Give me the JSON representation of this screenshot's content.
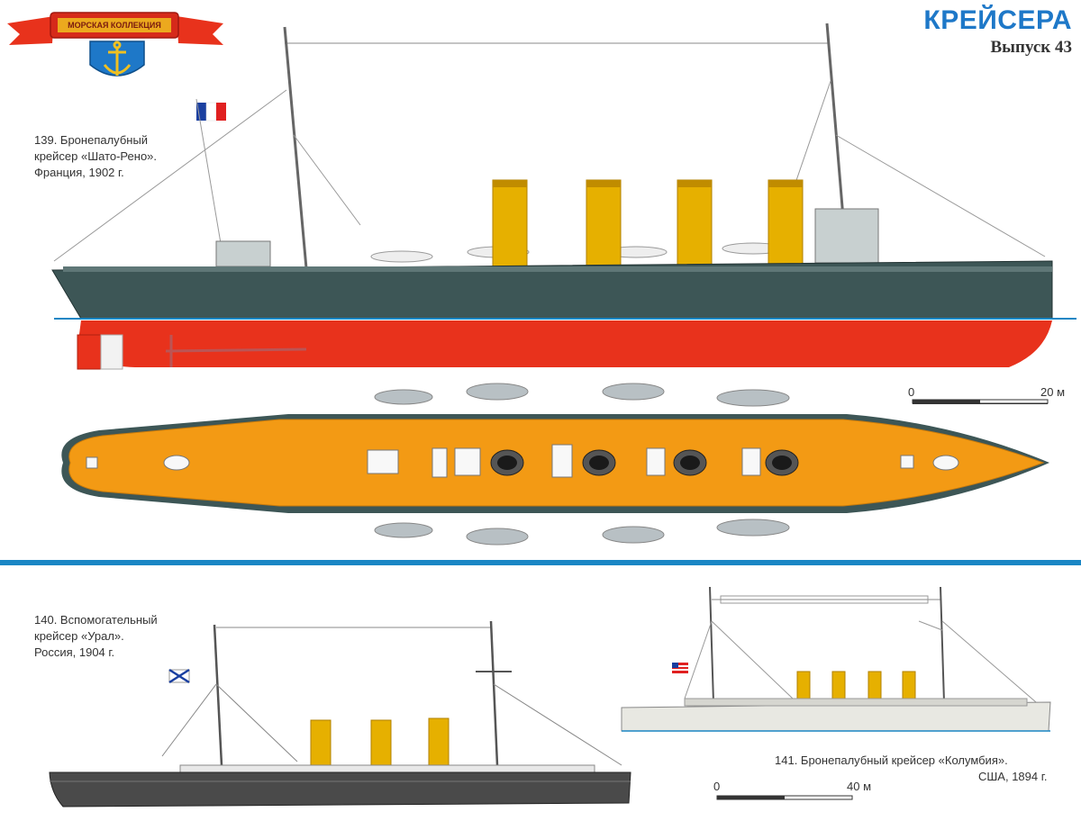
{
  "header": {
    "series_title": "КРЕЙСЕРА",
    "issue": "Выпуск 43",
    "banner_text": "МОРСКАЯ КОЛЛЕКЦИЯ"
  },
  "ships": [
    {
      "caption_lines": [
        "139. Бронепалубный",
        "крейсер «Шато-Рено».",
        "Франция, 1902 г."
      ]
    },
    {
      "caption_lines": [
        "140. Вспомогательный",
        "крейсер «Урал».",
        "Россия, 1904 г."
      ]
    },
    {
      "caption_lines": [
        "141. Бронепалубный крейсер «Колумбия».",
        "США, 1894 г."
      ]
    }
  ],
  "scales": [
    {
      "start": "0",
      "end": "20 м"
    },
    {
      "start": "0",
      "end": "40 м"
    }
  ],
  "colors": {
    "title_blue": "#1e78c8",
    "hull_dark": "#3d5656",
    "hull_red": "#e8321c",
    "funnel_yellow": "#e6b000",
    "deck_orange": "#f39a14",
    "divider_blue": "#1a86c4"
  }
}
